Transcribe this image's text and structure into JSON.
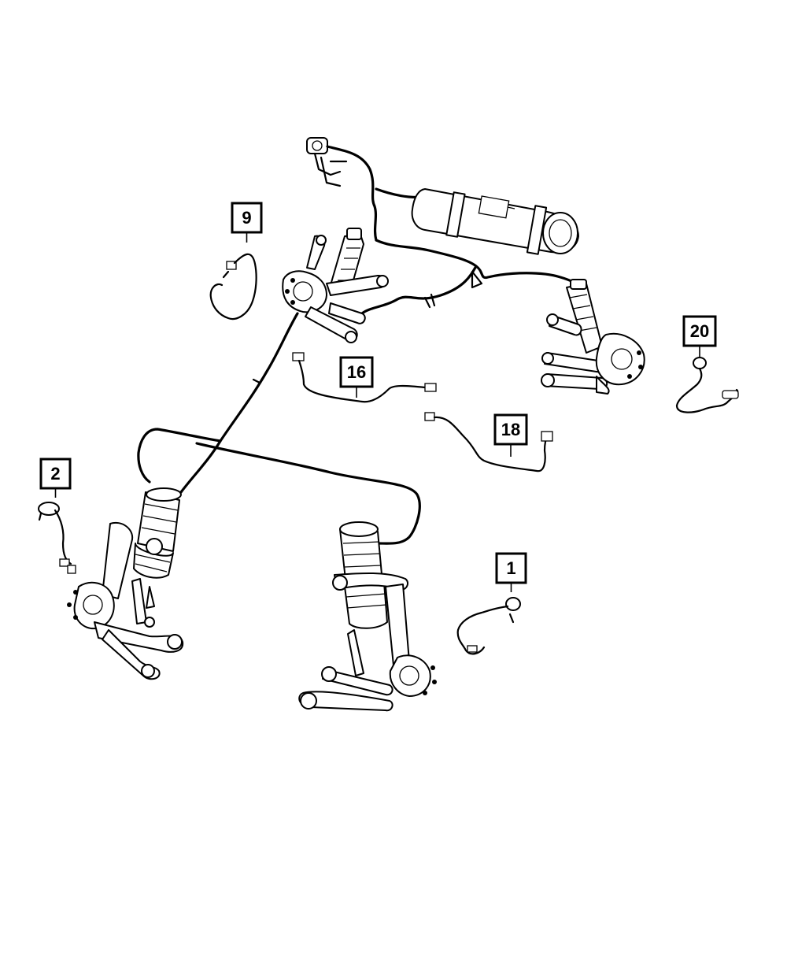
{
  "callouts": [
    {
      "id": "c1",
      "label": "1"
    },
    {
      "id": "c2",
      "label": "2"
    },
    {
      "id": "c9",
      "label": "9"
    },
    {
      "id": "c16",
      "label": "16"
    },
    {
      "id": "c18",
      "label": "18"
    },
    {
      "id": "c20",
      "label": "20"
    }
  ],
  "colors": {
    "ink": "#000000",
    "background": "#ffffff"
  }
}
